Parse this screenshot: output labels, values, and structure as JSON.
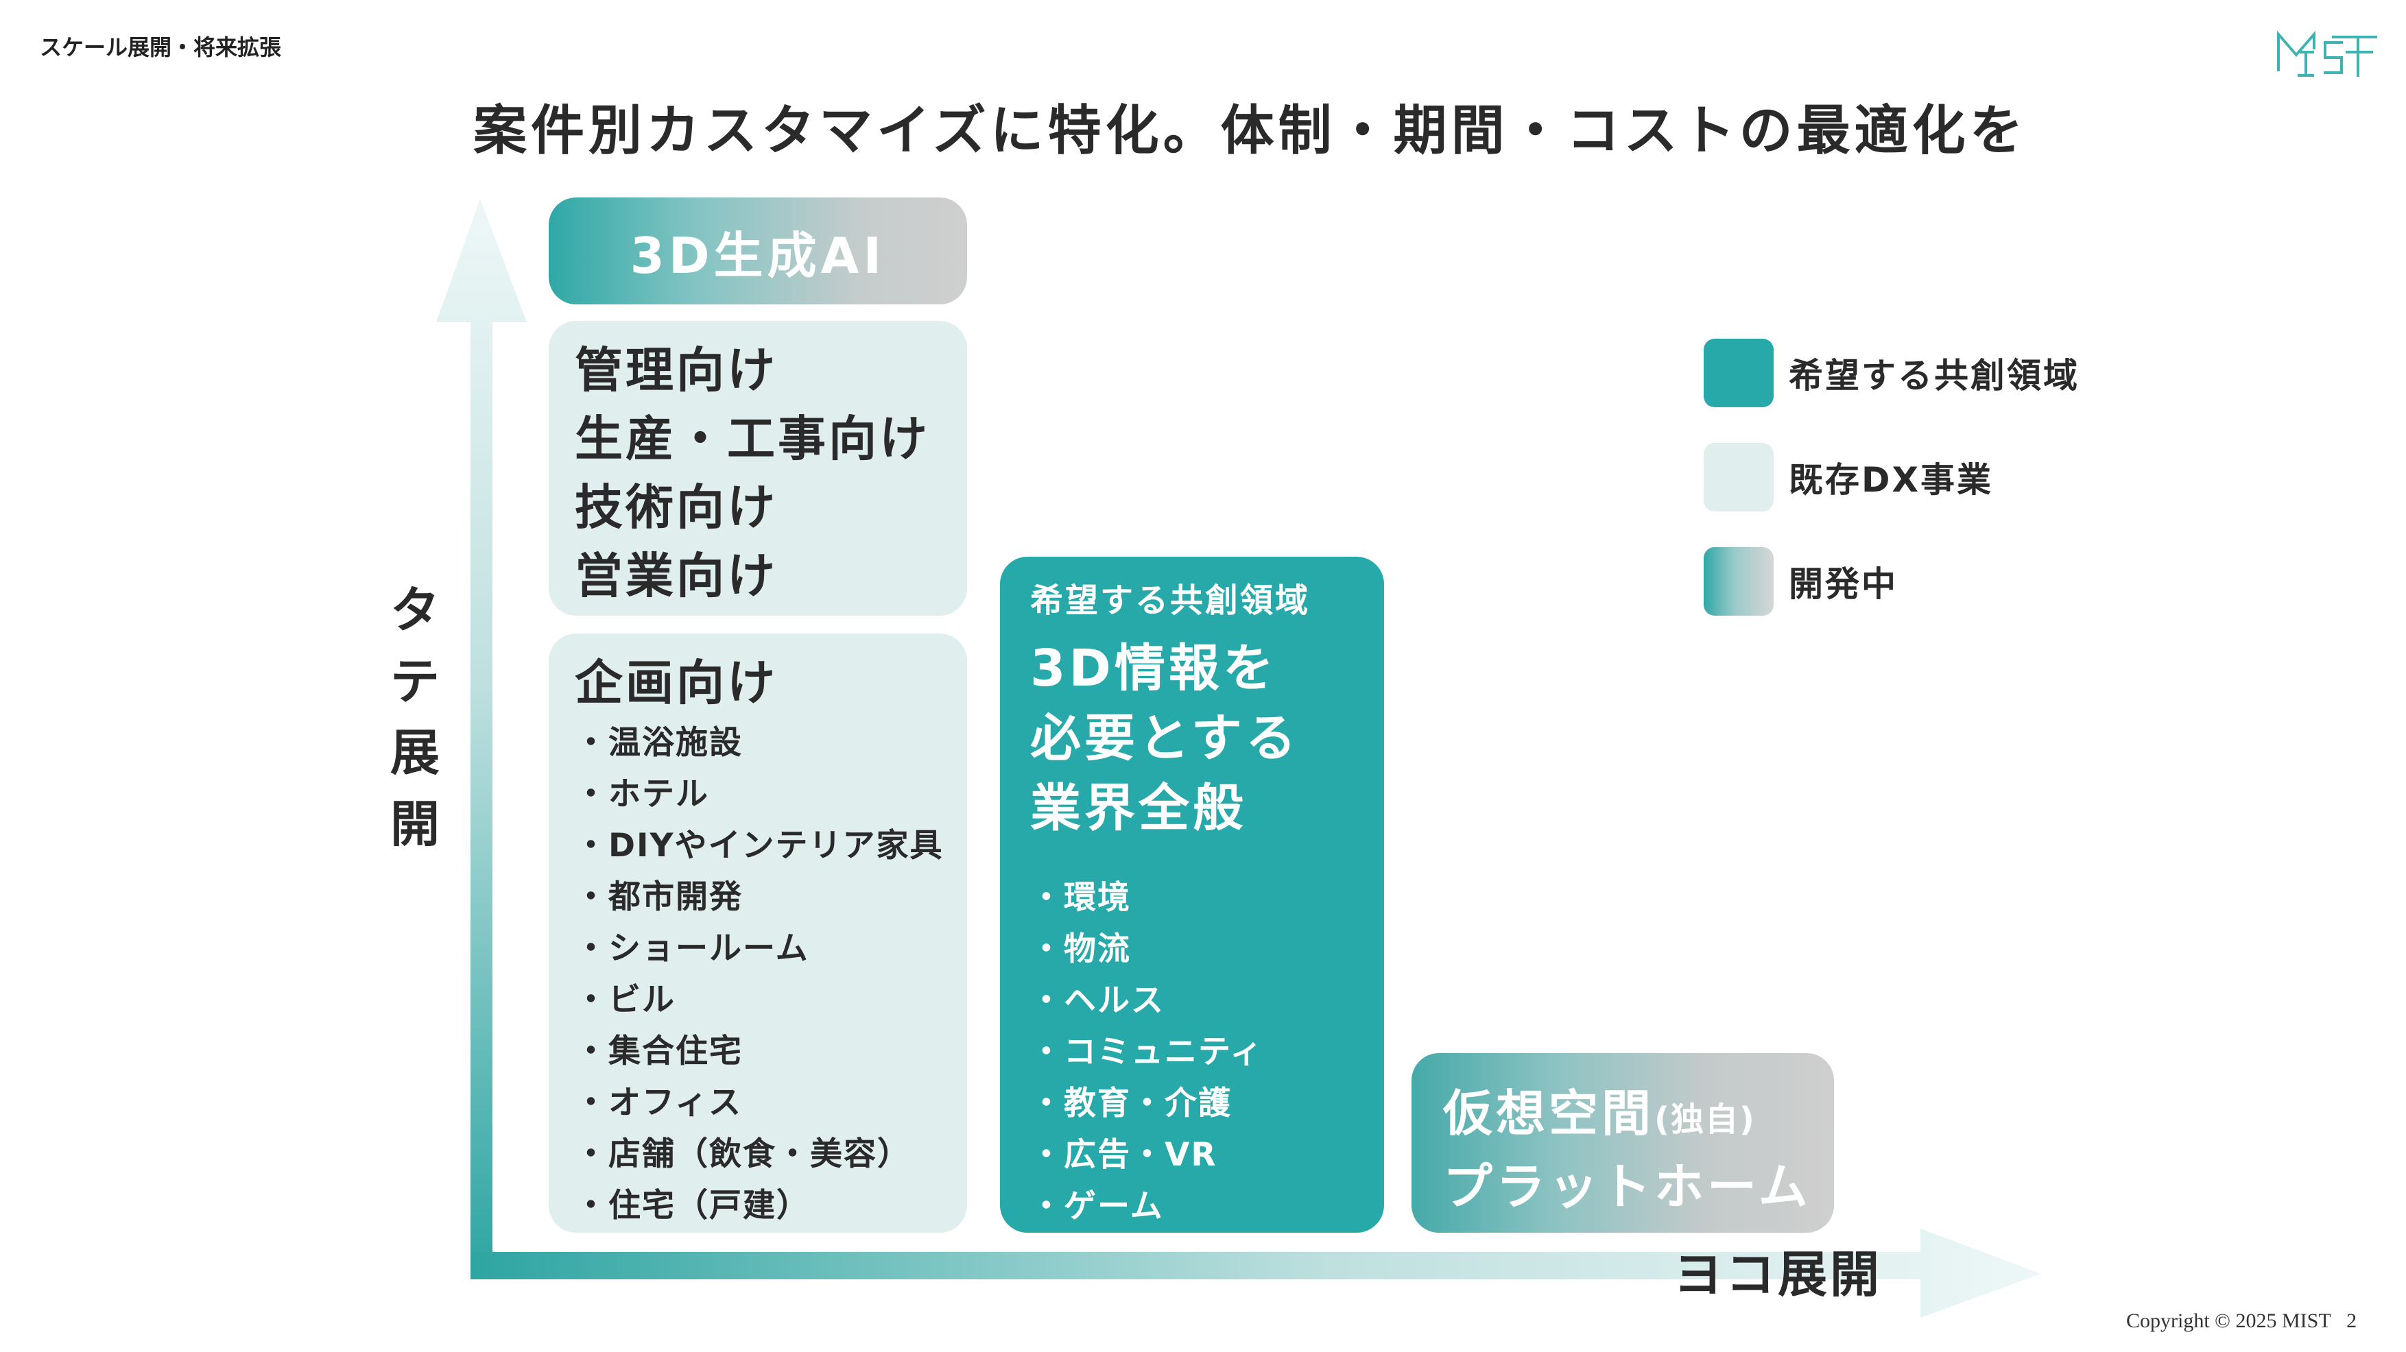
{
  "header": {
    "section_label": "スケール展開・将来拡張",
    "logo_text": "MIST",
    "headline": "案件別カスタマイズに特化。体制・期間・コストの最適化を"
  },
  "axes": {
    "vertical_label": [
      "タ",
      "テ",
      "展",
      "開"
    ],
    "horizontal_label": "ヨコ展開"
  },
  "boxes": {
    "ai": {
      "label": "3D生成AI"
    },
    "management": {
      "lines": [
        "管理向け",
        "生産・工事向け",
        "技術向け",
        "営業向け"
      ]
    },
    "planning": {
      "title": "企画向け",
      "items": [
        "・温浴施設",
        "・ホテル",
        "・DIYやインテリア家具",
        "・都市開発",
        "・ショールーム",
        "・ビル",
        "・集合住宅",
        "・オフィス",
        "・店舗（飲食・美容）",
        "・住宅（戸建）"
      ]
    },
    "industry": {
      "subtitle": "希望する共創領域",
      "title_lines": [
        "3D情報を",
        "必要とする",
        "業界全般"
      ],
      "items": [
        "・環境",
        "・物流",
        "・ヘルス",
        "・コミュニティ",
        "・教育・介護",
        "・広告・VR",
        "・ゲーム"
      ]
    },
    "virtual": {
      "line1": "仮想空間",
      "line1_small": "(独自)",
      "line2": "プラットホーム"
    }
  },
  "legend": [
    {
      "label": "希望する共創領域",
      "swatch": "teal"
    },
    {
      "label": "既存DX事業",
      "swatch": "light"
    },
    {
      "label": "開発中",
      "swatch": "gradient"
    }
  ],
  "colors": {
    "teal": "#27a9aa",
    "light": "#e1eeee",
    "text": "#2a2a2a"
  },
  "footer": {
    "copyright": "Copyright © 2025 MIST",
    "page_number": "2"
  }
}
